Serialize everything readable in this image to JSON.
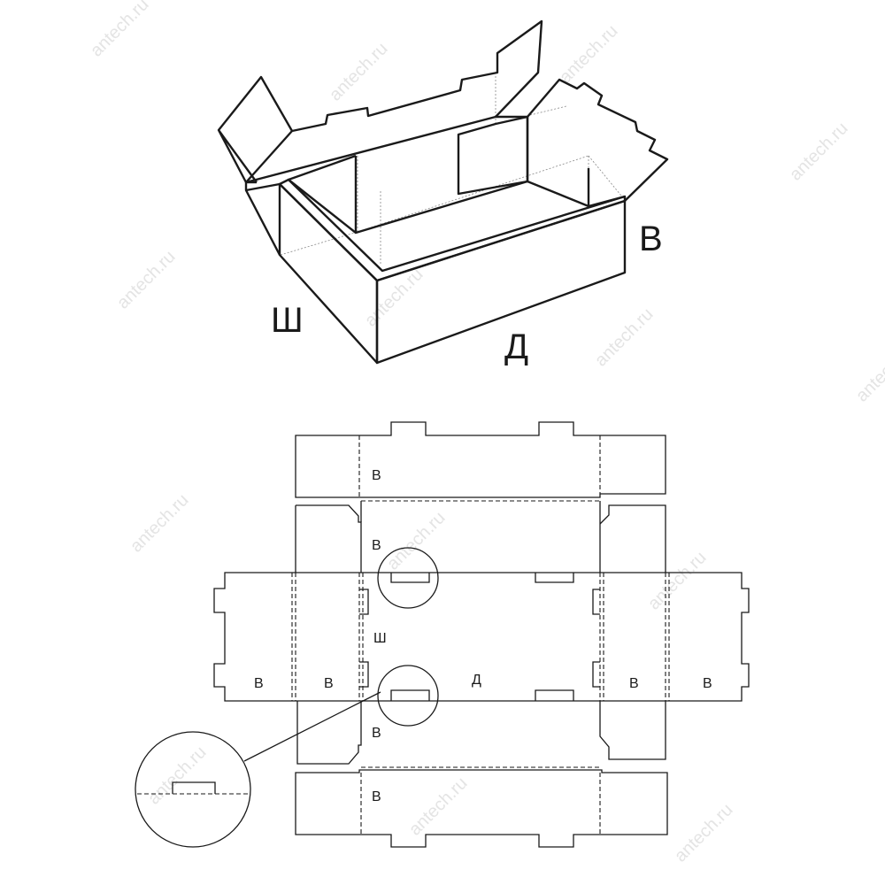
{
  "watermark": "antech.ru",
  "box_3d": {
    "label_width": "Ш",
    "label_length": "Д",
    "label_height": "В"
  },
  "die_cut": {
    "panel_labels": {
      "top_flap_outer": "В",
      "top_flap_inner": "В",
      "width_panel": "Ш",
      "length_panel": "Д",
      "left_outer": "В",
      "left_inner": "В",
      "right_inner": "В",
      "right_outer": "В",
      "bottom_flap_inner": "В",
      "bottom_flap_outer": "В"
    }
  }
}
